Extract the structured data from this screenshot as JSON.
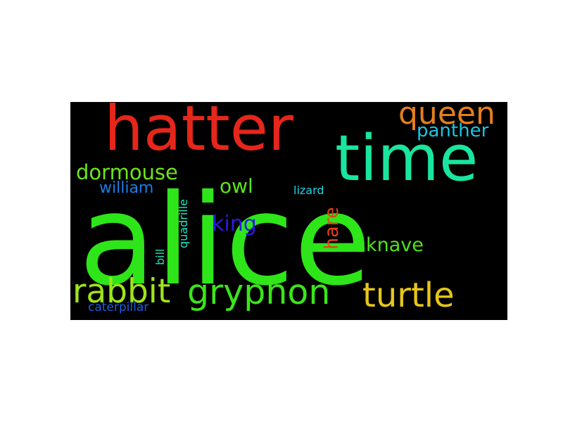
{
  "words": [
    {
      "text": "alice",
      "color": "#2ee51a"
    },
    {
      "text": "hatter",
      "color": "#e5261a"
    },
    {
      "text": "time",
      "color": "#1ae59e"
    },
    {
      "text": "queen",
      "color": "#e57f1a"
    },
    {
      "text": "panther",
      "color": "#1ac6e5"
    },
    {
      "text": "dormouse",
      "color": "#6de51a"
    },
    {
      "text": "william",
      "color": "#1a7fe5"
    },
    {
      "text": "owl",
      "color": "#5be51a"
    },
    {
      "text": "lizard",
      "color": "#1ad6e5"
    },
    {
      "text": "king",
      "color": "#2b1ae5"
    },
    {
      "text": "hare",
      "color": "#e5401a"
    },
    {
      "text": "knave",
      "color": "#4ce51a"
    },
    {
      "text": "quadrille",
      "color": "#1ae5c6"
    },
    {
      "text": "bill",
      "color": "#1ae5b5"
    },
    {
      "text": "rabbit",
      "color": "#9ee51a"
    },
    {
      "text": "gryphon",
      "color": "#3be51a"
    },
    {
      "text": "turtle",
      "color": "#e5c61a"
    },
    {
      "text": "caterpillar",
      "color": "#1a5ee5"
    }
  ]
}
